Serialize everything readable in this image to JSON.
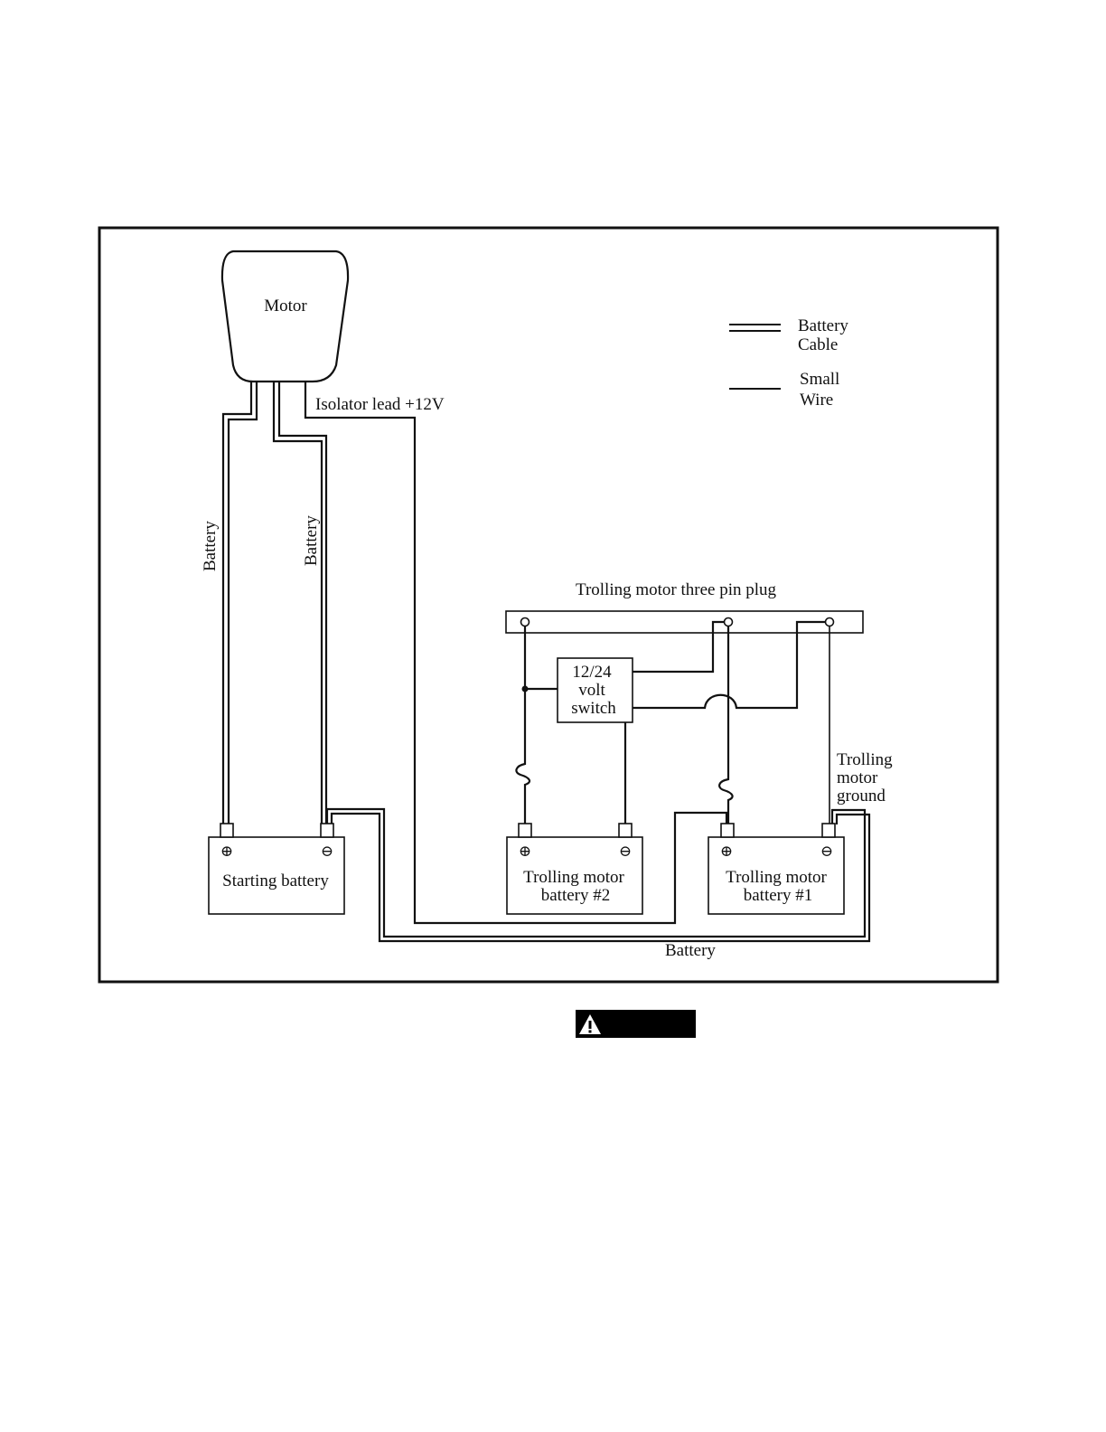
{
  "diagram": {
    "motor": "Motor",
    "legend": {
      "battery_cable_line1": "Battery",
      "battery_cable_line2": "Cable",
      "small_wire_line1": "Small",
      "small_wire_line2": "Wire"
    },
    "isolator_lead": "Isolator lead +12V",
    "cable_left": "Battery",
    "cable_middle": "Battery",
    "cable_bottom": "Battery",
    "plug": "Trolling motor three pin plug",
    "switch_line1": "12/24",
    "switch_line2": "volt",
    "switch_line3": "switch",
    "ground_line1": "Trolling",
    "ground_line2": "motor",
    "ground_line3": "ground",
    "starting_battery": "Starting battery",
    "tm2_line1": "Trolling motor",
    "tm2_line2": "battery #2",
    "tm1_line1": "Trolling motor",
    "tm1_line2": "battery #1",
    "plus_symbol": "⊕",
    "minus_symbol": "⊖"
  },
  "warning": {
    "icon": "warning-triangle-icon"
  }
}
